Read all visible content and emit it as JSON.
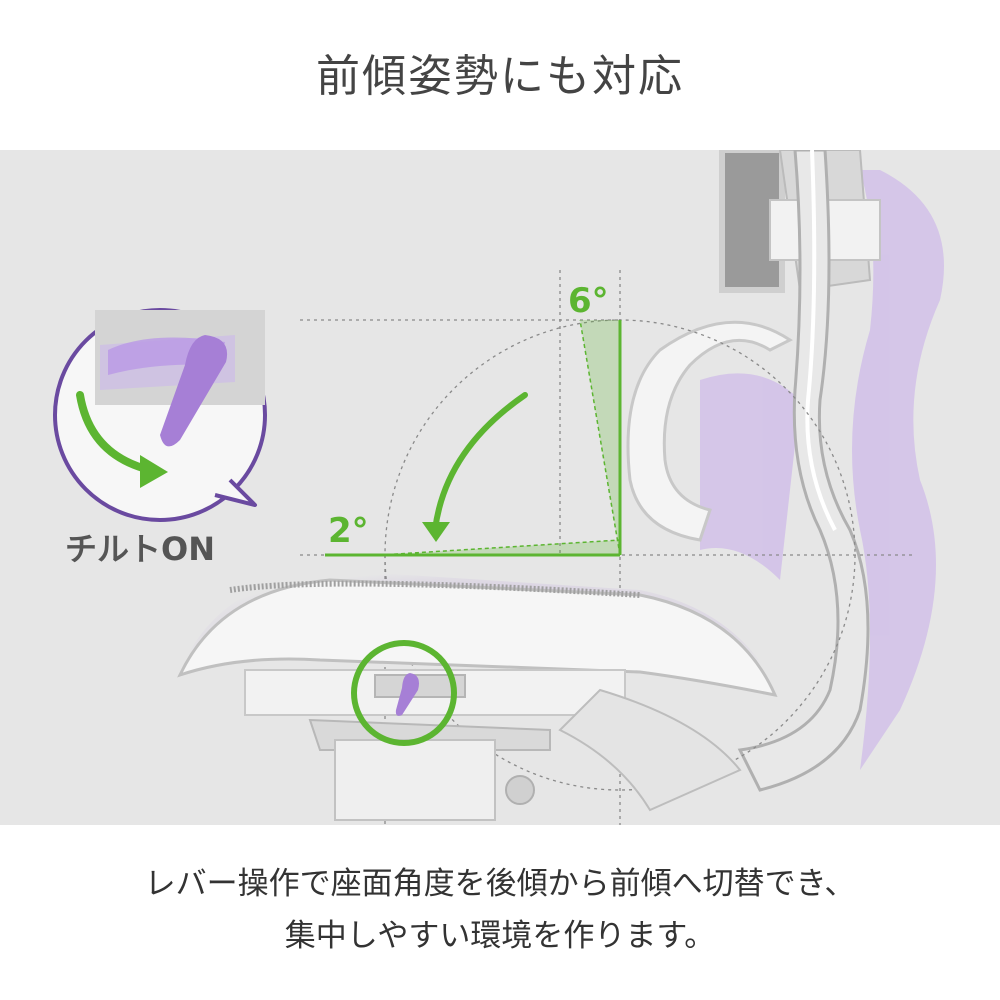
{
  "title": "前傾姿勢にも対応",
  "angles": {
    "back": "6°",
    "seat": "2°"
  },
  "inset_label": "チルトON",
  "caption": {
    "line1": "レバー操作で座面角度を後傾から前傾へ切替でき、",
    "line2": "集中しやすい環境を作ります。"
  },
  "colors": {
    "accent_green": "#5cb531",
    "accent_purple": "#a67fd6",
    "background": "#e6e6e6",
    "text": "#444444"
  }
}
